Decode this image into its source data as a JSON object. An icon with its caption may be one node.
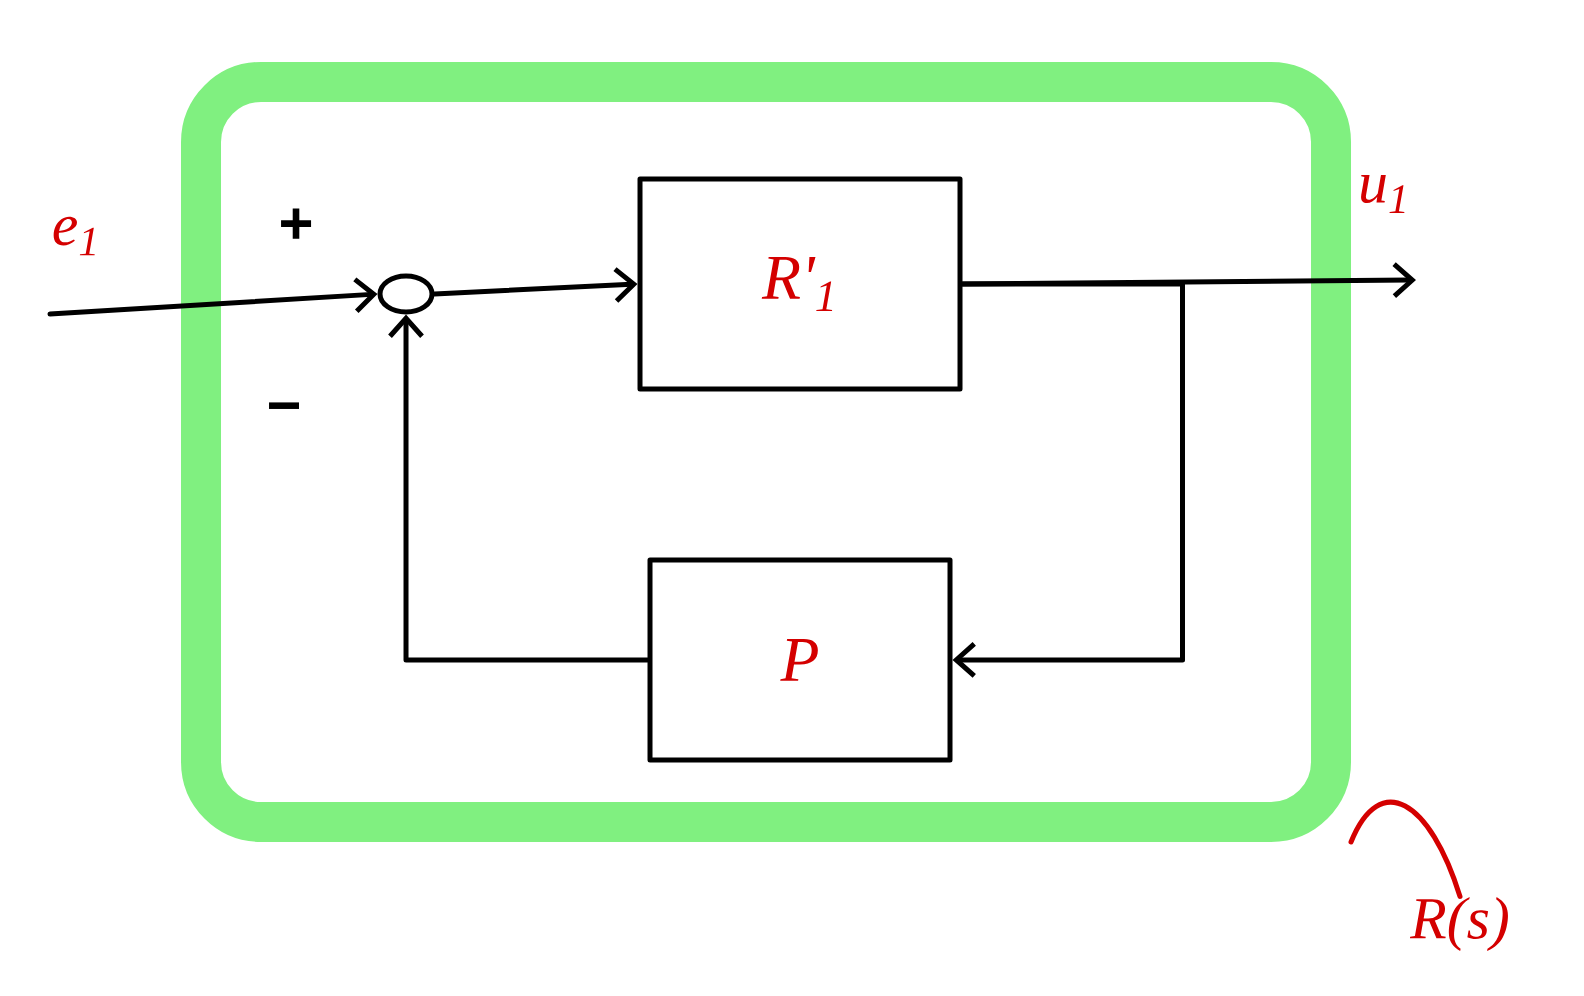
{
  "diagram": {
    "nodes": [
      {
        "text": [],
        "shape": "box"
      },
      {
        "text": [],
        "shape": "circle",
        "in": 0
      },
      {
        "text": [
          "R'$_{1}$"
        ],
        "in": 0
      },
      {
        "text": [
          "P"
        ],
        "in": 0
      },
      {
        "text": [
          "R(s)"
        ]
      }
    ],
    "edges": [
      {
        "from": null,
        "to": 1,
        "arrow": "to",
        "label": "e$_{1}$"
      },
      {
        "from": 1,
        "to": 2,
        "arrow": "to"
      },
      {
        "from": 2,
        "to": null,
        "arrow": "to",
        "label": "u$_{1}$"
      },
      {
        "from": 2,
        "to": 3,
        "arrow": "to"
      },
      {
        "from": 3,
        "to": 1,
        "arrow": "to"
      },
      {
        "from": 4,
        "to": 0,
        "arrow": "none",
        "color": "#d40000"
      }
    ],
    "labels": [
      "+",
      "−"
    ]
  }
}
